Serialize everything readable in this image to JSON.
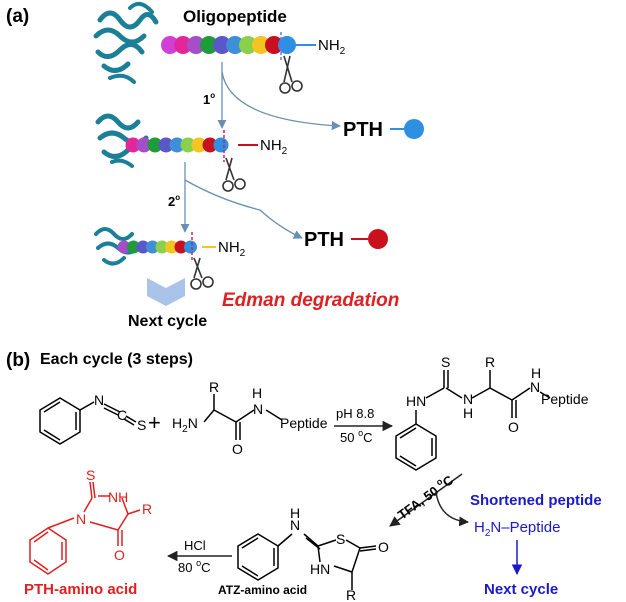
{
  "panel_a": {
    "label": "(a)",
    "oligopeptide": "Oligopeptide",
    "nh2": "NH2",
    "step1": "1o",
    "step2": "2o",
    "pth": "PTH",
    "edman": "Edman degradation",
    "next_cycle": "Next cycle",
    "bead_colors": [
      "#d23fd6",
      "#e3279a",
      "#a64dc9",
      "#1e9c3a",
      "#5b57c8",
      "#3f8fd8",
      "#8bd04a",
      "#f2c520",
      "#c8101e",
      "#2f8fe0"
    ],
    "pth_colors": [
      "#2f8fe0",
      "#c8101e"
    ],
    "protein_color": "#1b7f98",
    "text_color": "#e02020"
  },
  "panel_b": {
    "label": "(b)",
    "title": "Each cycle (3 steps)",
    "plus": "+",
    "reagent_N": "N",
    "reagent_C": "C",
    "reagent_S": "S",
    "peptide_R": "R",
    "peptide_H2N": "H2N",
    "peptide_H": "H",
    "peptide_N": "N",
    "peptide_O": "O",
    "peptide_label": "Peptide",
    "cond1_a": "pH 8.8",
    "cond1_b": "50 oC",
    "thiourea_S": "S",
    "thiourea_HN": "HN",
    "thiourea_N": "N",
    "thiourea_H": "H",
    "tfa": "TFA, 50 oC",
    "shortened": "Shortened peptide",
    "h2n_peptide": "H2N–Peptide",
    "next_cycle": "Next cycle",
    "atz_label": "ATZ-amino acid",
    "hcl": "HCl",
    "cond2": "80 oC",
    "pth_label": "PTH-amino acid",
    "blue": "#1a1acc",
    "red": "#e02020"
  }
}
